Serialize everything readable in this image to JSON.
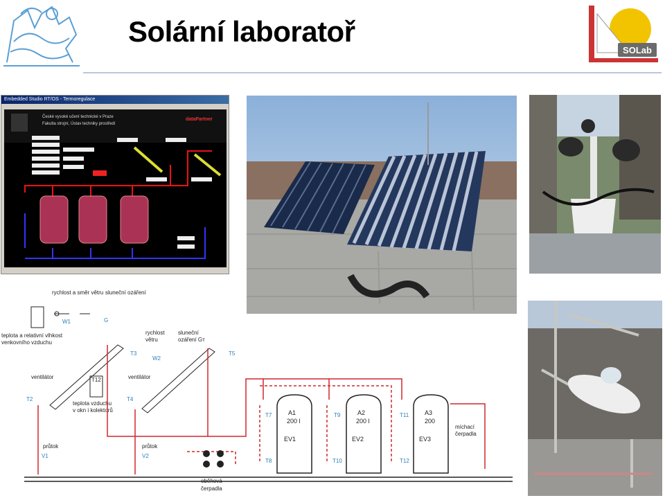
{
  "header": {
    "title": "Solární laboratoř",
    "logo_right_text": "SOLab"
  },
  "software": {
    "window_title": "Embedded Studio RT/OS - Termoregulace",
    "header_line1": "České vysoké učení technické v Praze",
    "header_line2": "Fakulta strojní, Ústav techniky prostředí",
    "brand": "dataPartner"
  },
  "diagram": {
    "wind_sensor_label": "rychlost a směr větru",
    "irradiance_label": "sluneční ozáření",
    "w1": "W1",
    "g": "G",
    "temp_humidity_label_line1": "teplota a relativní vlhkost",
    "temp_humidity_label_line2": "venkovního vzduchu",
    "wind_speed_label_line1": "rychlost",
    "wind_speed_label_line2": "větru",
    "irradiance_gt_line1": "sluneční",
    "irradiance_gt_line2": "ozáření Gт",
    "t3": "T3",
    "t5": "T5",
    "w2": "W2",
    "fan1": "ventilátor",
    "fan2": "ventilátor",
    "t12": "T12",
    "air_temp_line1": "teplota vzduchu",
    "air_temp_line2": "v okn i kolektorů",
    "t2": "T2",
    "t4": "T4",
    "flow1": "průtok",
    "flow2": "průtok",
    "v1": "V1",
    "v2": "V2",
    "pumps_line1": "oběhová",
    "pumps_line2": "čerpadla",
    "mixing_line1": "míchací",
    "mixing_line2": "čerpadla",
    "tanks": [
      {
        "name": "A1",
        "volume": "200 l",
        "heater": "EV1",
        "t_top": "T7",
        "t_bottom": "T8"
      },
      {
        "name": "A2",
        "volume": "200 l",
        "heater": "EV2",
        "t_top": "T9",
        "t_bottom": "T10"
      },
      {
        "name": "A3",
        "volume": "200",
        "heater": "EV3",
        "t_top": "T11",
        "t_bottom": "T12"
      }
    ]
  },
  "colors": {
    "title_rule": "#b9c7df",
    "pipe_red": "#d0262b",
    "label_blue": "#2b7fb8"
  }
}
